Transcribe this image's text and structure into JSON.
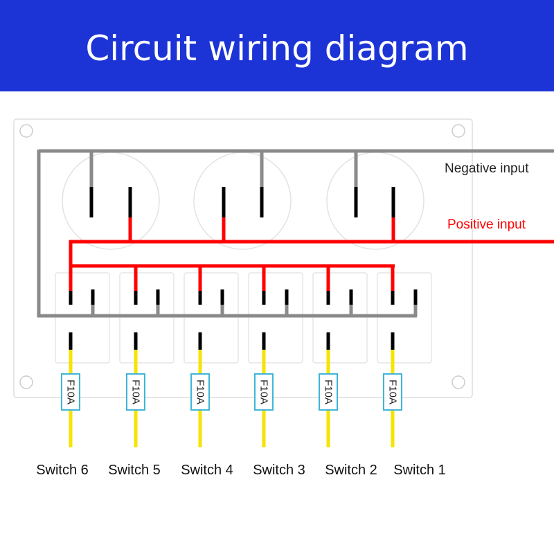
{
  "title": "Circuit wiring diagram",
  "labels": {
    "negative_input": "Negative input",
    "positive_input": "Positive input"
  },
  "fuse_label": "F10A",
  "switches": [
    "Switch 6",
    "Switch 5",
    "Switch 4",
    "Switch 3",
    "Switch 2",
    "Switch 1"
  ],
  "colors": {
    "header_bg": "#1c34d6",
    "negative_wire": "#8a8a8a",
    "positive_wire": "#ff0000",
    "load_wire": "#f5e400",
    "fuse_border": "#3fb6d8",
    "terminal": "#000000",
    "panel_outline": "#dddddd"
  }
}
